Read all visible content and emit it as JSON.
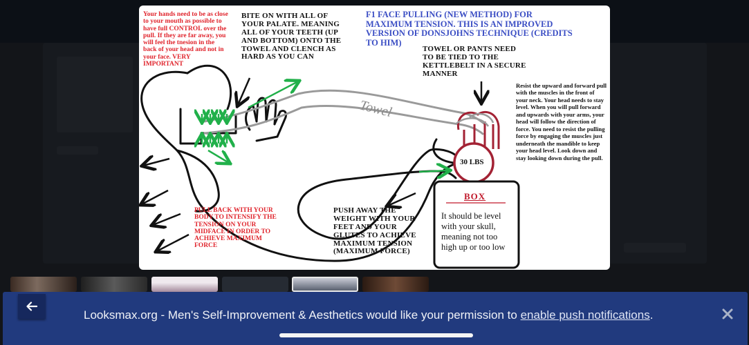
{
  "diagram": {
    "title": "F1 FACE PULLING (NEW METHOD) FOR MAXIMUM TENSION. THIS IS AN IMPROVED VERSION OF DONSJOHNS TECHNIQUE (CREDITS TO HIM)",
    "hands_note": "Your hands need to be as close to your mouth as possible to have full CONTROL over the pull. If they are far away, you will feel the tnesion in the back of your head and not in your face. VERY IMPORTANT",
    "bite_note": "BITE ON WITH ALL OF YOUR PALATE. MEANING ALL OF YOUR TEETH (UP AND BOTTOM) ONTO THE TOWEL AND CLENCH AS HARD AS YOU CAN",
    "towel_note": "TOWEL OR PANTS NEED TO BE TIED TO THE KETTLEBELT IN A SECURE MANNER",
    "resist_note": "Resist the upward and forward pull with the muscles in the front of your neck. Your head needs to stay level. When you will pull forward and upwards with your arms, your head will follow the direction of force. You need to resist the pulling force by engaging the muscles just underneath the mandible to keep your head level. Look down and stay looking down during the pull.",
    "towel_label": "Towel",
    "weight_label": "30 LBS",
    "box_title": "BOX",
    "box_text": "It should be level with your skull, meaning not too high up or too low",
    "pull_back_note": "PULL BACK WITH YOUR BODY TO INTENSIFY THE TENSION ON YOUR MIDFACE IN ORDER TO ACHIEVE MAXIMUM FORCE",
    "push_note": "PUSH AWAY THE WEIGHT WITH YOUR FEET AND YOUR GLUTES TO ACHIEVE MAXIMUM TENSION (MAXIMUM FORCE)"
  },
  "notification": {
    "text_before": "Looksmax.org - Men's Self-Improvement & Aesthetics would like your permission to ",
    "link_text": "enable push notifications",
    "text_after": "."
  },
  "colors": {
    "banner_bg": "#213a7e",
    "annotation_red": "#e0242c",
    "annotation_blue": "#3b4ec4",
    "arrow_green": "#21b04a"
  }
}
